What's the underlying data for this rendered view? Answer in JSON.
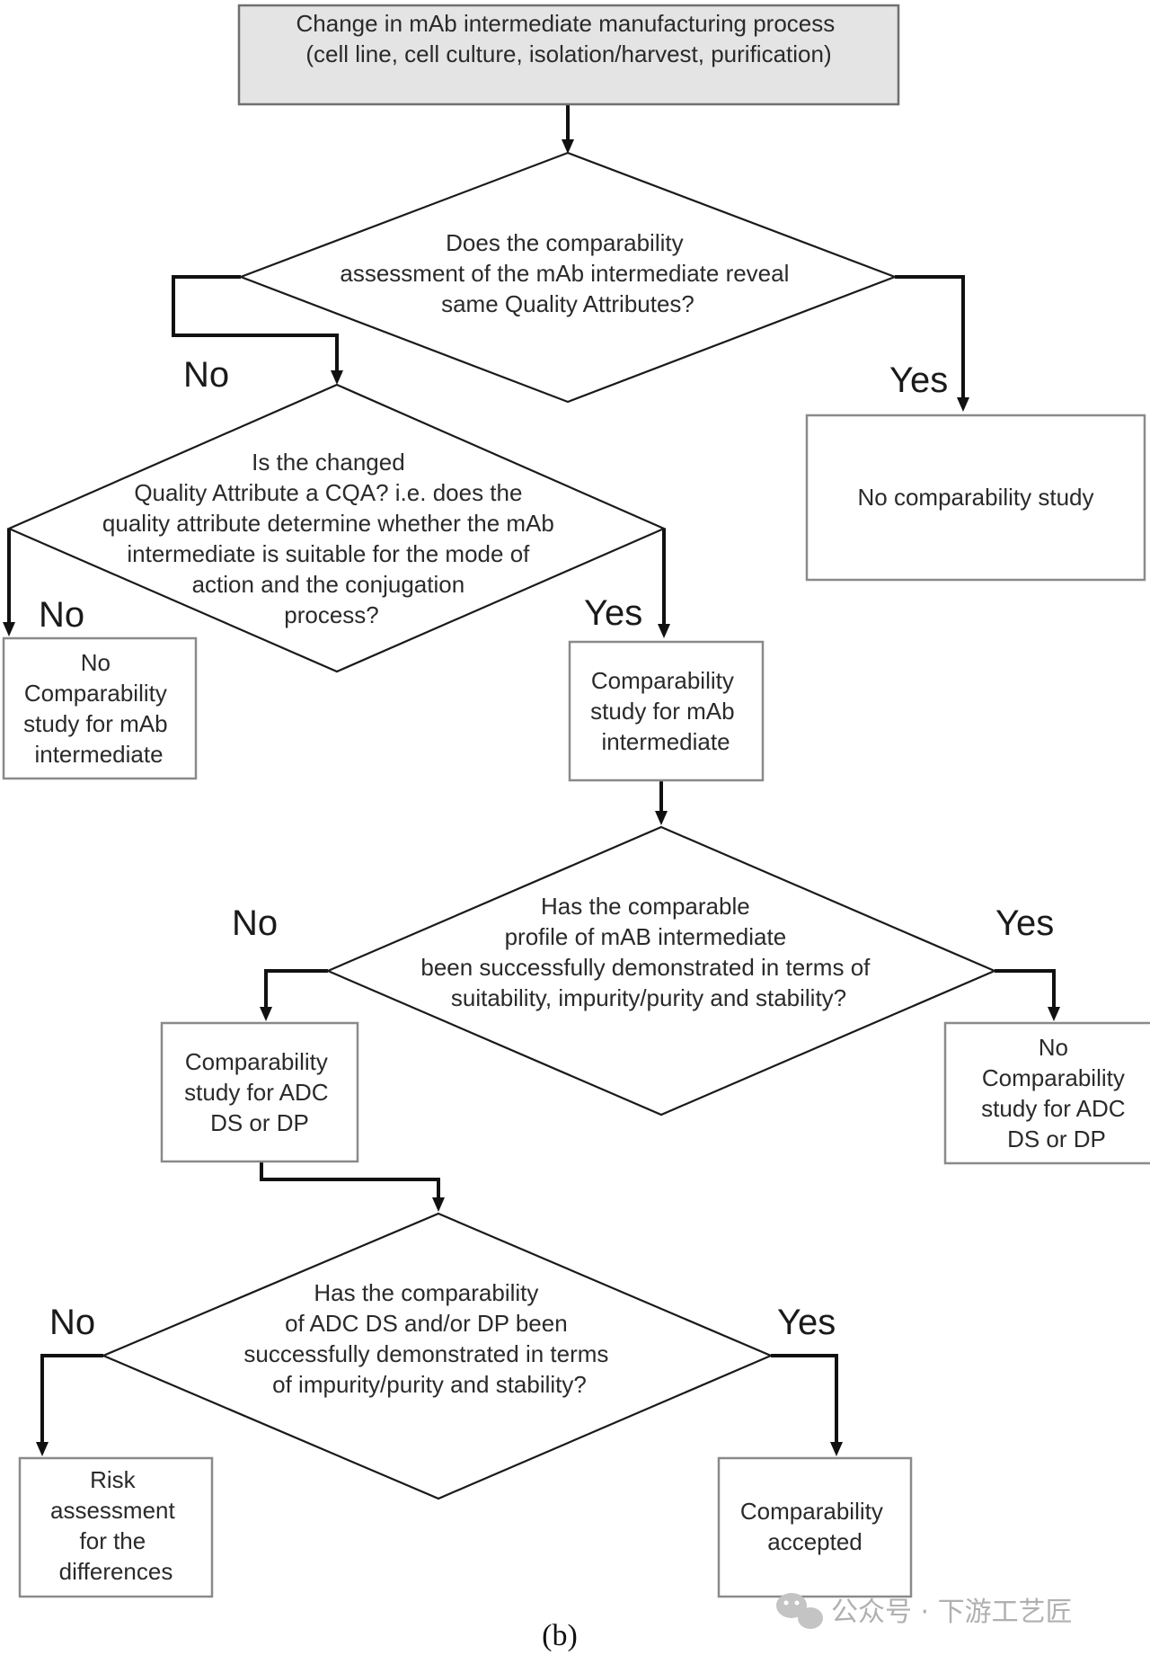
{
  "nodes": {
    "start": {
      "lines": [
        "Change in mAb intermediate manufacturing process",
        "(cell line, cell culture, isolation/harvest, purification)"
      ]
    },
    "decision_quality": {
      "lines": [
        "Does the comparability",
        "assessment of the mAb intermediate reveal",
        "same Quality Attributes?"
      ]
    },
    "no_study": {
      "lines": [
        "No comparability study"
      ]
    },
    "decision_cqa": {
      "lines": [
        "Is the changed",
        "Quality Attribute a CQA? i.e. does the",
        "quality attribute determine whether the mAb",
        "intermediate is suitable for the mode of",
        "action and the conjugation",
        "process?"
      ]
    },
    "no_study_mab": {
      "lines": [
        "No",
        "Comparability",
        "study for mAb",
        "intermediate"
      ]
    },
    "study_mab": {
      "lines": [
        "Comparability",
        "study for mAb",
        "intermediate"
      ]
    },
    "decision_profile": {
      "lines": [
        "Has the comparable",
        "profile of mAB intermediate",
        "been successfully demonstrated in terms of",
        "suitability, impurity/purity and stability?"
      ]
    },
    "study_adc": {
      "lines": [
        "Comparability",
        "study for ADC",
        "DS or DP"
      ]
    },
    "no_study_adc": {
      "lines": [
        "No",
        "Comparability",
        "study for ADC",
        "DS or DP"
      ]
    },
    "decision_adc": {
      "lines": [
        "Has the comparability",
        "of ADC DS and/or DP been",
        "successfully demonstrated in terms",
        "of impurity/purity and stability?"
      ]
    },
    "risk": {
      "lines": [
        "Risk",
        "assessment",
        "for the",
        "differences"
      ]
    },
    "accepted": {
      "lines": [
        "Comparability",
        "accepted"
      ]
    }
  },
  "branch_labels": {
    "no_1": "No",
    "yes_1": "Yes",
    "no_2": "No",
    "yes_2": "Yes",
    "no_3": "No",
    "yes_3": "Yes",
    "no_4": "No",
    "yes_4": "Yes"
  },
  "caption": "(b)",
  "watermark": "公众号 · 下游工艺匠"
}
